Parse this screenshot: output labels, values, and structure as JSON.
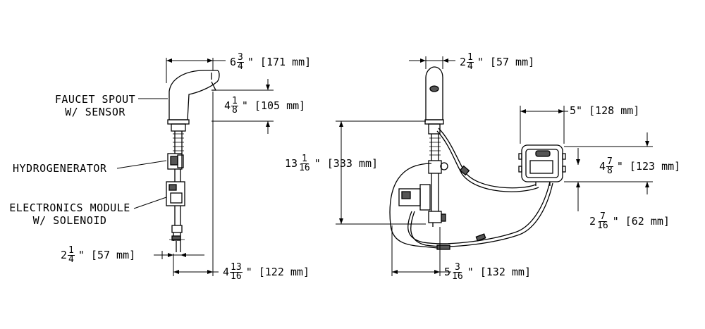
{
  "labels": {
    "faucet_spout_line1": "FAUCET SPOUT",
    "faucet_spout_line2": "W/ SENSOR",
    "hydrogenerator": "HYDROGENERATOR",
    "electronics_line1": "ELECTRONICS MODULE",
    "electronics_line2": "W/ SOLENOID"
  },
  "dims": {
    "spout_reach": {
      "whole": "6",
      "num": "3",
      "den": "4",
      "rest": "\" [171 mm]"
    },
    "spout_height": {
      "whole": "4",
      "num": "1",
      "den": "8",
      "rest": "\" [105 mm]"
    },
    "base_width_left": {
      "whole": "2",
      "num": "1",
      "den": "4",
      "rest": "\" [57 mm]"
    },
    "left_span": {
      "whole": "4",
      "num": "13",
      "den": "16",
      "rest": "\" [122 mm]"
    },
    "front_width": {
      "whole": "2",
      "num": "1",
      "den": "4",
      "rest": "\" [57 mm]"
    },
    "box_width": {
      "whole": "5",
      "num": "",
      "den": "",
      "rest": "\" [128 mm]"
    },
    "overall_height": {
      "whole": "13",
      "num": "1",
      "den": "16",
      "rest": "\" [333 mm]"
    },
    "box_height": {
      "whole": "4",
      "num": "7",
      "den": "8",
      "rest": "\" [123 mm]"
    },
    "box_depth": {
      "whole": "2",
      "num": "7",
      "den": "16",
      "rest": "\" [62 mm]"
    },
    "front_span": {
      "whole": "5",
      "num": "3",
      "den": "16",
      "rest": "\" [132 mm]"
    }
  },
  "colors": {
    "line": "#000000",
    "background": "#ffffff",
    "fill_dark": "#555555"
  }
}
